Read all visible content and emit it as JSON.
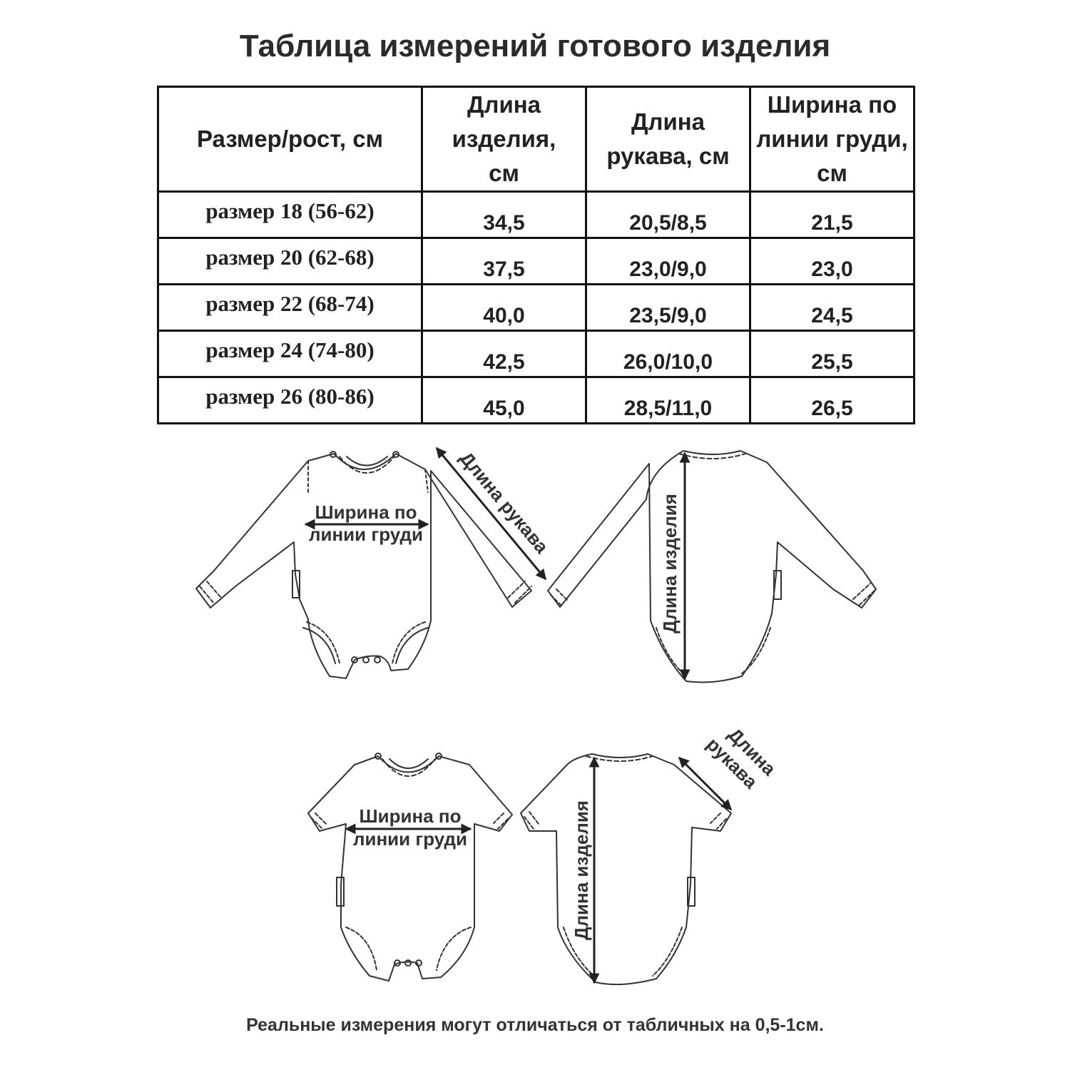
{
  "title": "Таблица измерений готового изделия",
  "table": {
    "headers": [
      "Размер/рост, см",
      "Длина изделия, см",
      "Длина рукава, см",
      "Ширина по линии груди, см"
    ],
    "rows": [
      [
        "размер 18 (56-62)",
        "34,5",
        "20,5/8,5",
        "21,5"
      ],
      [
        "размер 20 (62-68)",
        "37,5",
        "23,0/9,0",
        "23,0"
      ],
      [
        "размер 22 (68-74)",
        "40,0",
        "23,5/9,0",
        "24,5"
      ],
      [
        "размер 24 (74-80)",
        "42,5",
        "26,0/10,0",
        "25,5"
      ],
      [
        "размер 26 (80-86)",
        "45,0",
        "28,5/11,0",
        "26,5"
      ]
    ]
  },
  "diagram_labels": {
    "chest_width_line1": "Ширина по",
    "chest_width_line2": "линии груди",
    "sleeve_length": "Длина рукава",
    "sleeve_length_line1": "Длина",
    "sleeve_length_line2": "рукава",
    "garment_length": "Длина изделия"
  },
  "footnote": "Реальные измерения могут отличаться от табличных на 0,5-1см."
}
